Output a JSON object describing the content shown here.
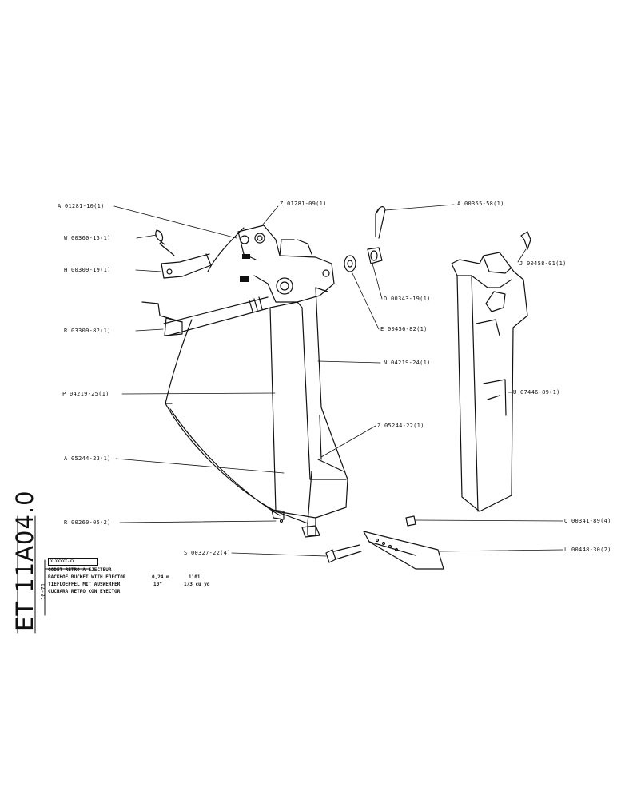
{
  "document": {
    "code": "ET 11A04.0",
    "date": "10-71"
  },
  "title_block": {
    "header": "X XXXXX-XX",
    "lines": [
      "GODET RETRO A EJECTEUR",
      "BACKHOE BUCKET WITH EJECTOR",
      "TIEFLOEFFEL MIT AUSWERFER",
      "CUCHARA RETRO CON EYECTOR"
    ],
    "capacity_metric": "0,24 m",
    "capacity_imperial": "10\"",
    "model": "1101",
    "capacity_cu": "1/3 cu yd"
  },
  "parts": {
    "A_01281": "A 01281-10(1)",
    "Z_01281": "Z 01281-09(1)",
    "A_00355": "A 00355-58(1)",
    "W_00360": "W 00360-15(1)",
    "H_00309": "H 00309-19(1)",
    "J_00458": "J 00458-01(1)",
    "D_00343": "D 00343-19(1)",
    "E_00456": "E 00456-82(1)",
    "R_03309": "R 03309-82(1)",
    "N_04219": "N 04219-24(1)",
    "P_04219": "P 04219-25(1)",
    "U_07446": "U 07446-89(1)",
    "Z_05244": "Z 05244-22(1)",
    "A_05244": "A 05244-23(1)",
    "R_00260": "R 00260-05(2)",
    "Q_00341": "Q 00341-89(4)",
    "S_00327": "S 00327-22(4)",
    "L_00448": "L 00448-30(2)"
  }
}
